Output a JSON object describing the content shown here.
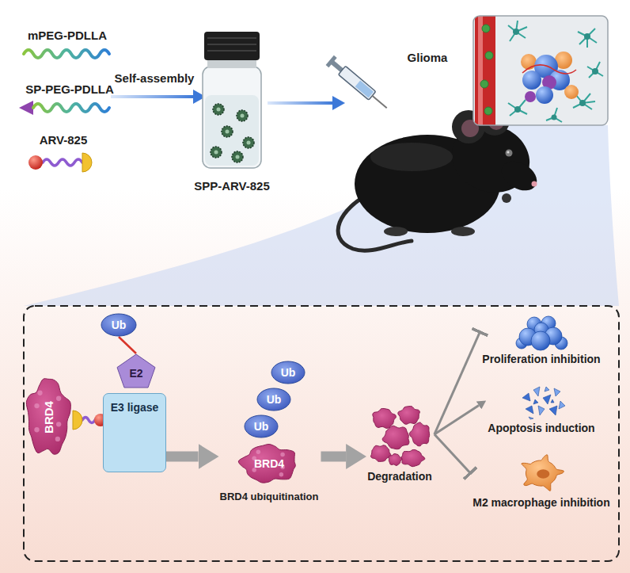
{
  "diagram": {
    "nodes": [
      {
        "text": [
          "Ub"
        ]
      },
      {
        "text": [
          "E2"
        ]
      },
      {
        "text": [
          "E3 ligase"
        ]
      },
      {
        "text": [
          "BRD4"
        ]
      },
      {
        "text": [
          "BRD4",
          "BRD4 ubiquitination"
        ]
      },
      {
        "text": [
          "Ub"
        ]
      },
      {
        "text": [
          "Ub"
        ]
      },
      {
        "text": [
          "Ub"
        ]
      },
      {
        "text": [
          "Degradation"
        ]
      },
      {
        "text": [
          "Proliferation inhibition"
        ]
      },
      {
        "text": [
          "Apoptosis induction"
        ]
      },
      {
        "text": [
          "M2 macrophage inhibition"
        ]
      }
    ],
    "edges": [
      {
        "from": 0,
        "to": 1,
        "arrow": "none"
      },
      {
        "from": 2,
        "to": 4,
        "arrow": "to"
      },
      {
        "from": 4,
        "to": 8,
        "arrow": "to"
      },
      {
        "from": 8,
        "to": 9,
        "arrow": "to"
      },
      {
        "from": 8,
        "to": 10,
        "arrow": "to"
      },
      {
        "from": 8,
        "to": 11,
        "arrow": "to"
      }
    ],
    "labels": [
      "mPEG-PDLLA",
      "SP-PEG-PDLLA",
      "ARV-825",
      "Self-assembly",
      "SPP-ARV-825",
      "Glioma"
    ]
  }
}
